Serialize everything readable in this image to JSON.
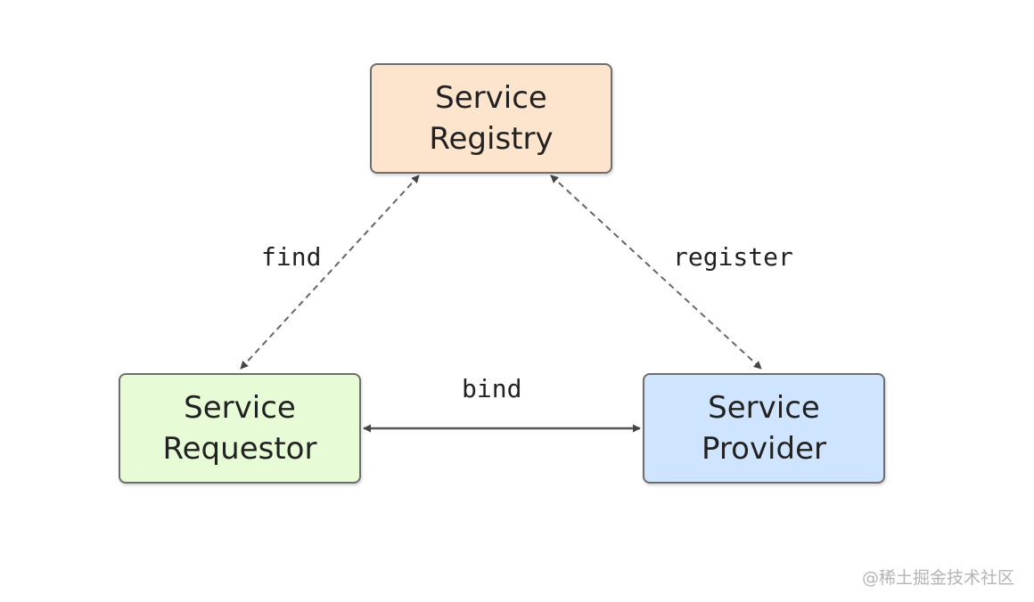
{
  "colors": {
    "registry_fill": "#fde4cc",
    "requestor_fill": "#e6fbd6",
    "provider_fill": "#cfe5ff",
    "border": "#6e6e6e",
    "arrow": "#555555"
  },
  "nodes": {
    "registry": {
      "line1": "Service",
      "line2": "Registry"
    },
    "requestor": {
      "line1": "Service",
      "line2": "Requestor"
    },
    "provider": {
      "line1": "Service",
      "line2": "Provider"
    }
  },
  "edges": {
    "find": {
      "label": "find",
      "style": "dashed",
      "direction": "both"
    },
    "register": {
      "label": "register",
      "style": "dashed",
      "direction": "both"
    },
    "bind": {
      "label": "bind",
      "style": "solid",
      "direction": "both"
    }
  },
  "watermark": "@稀土掘金技术社区"
}
